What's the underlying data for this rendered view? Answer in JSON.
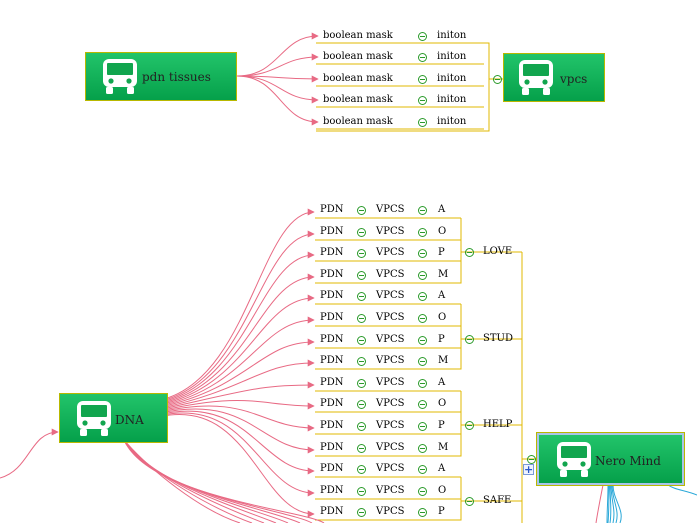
{
  "diagram_top": {
    "source_label": "pdn tissues",
    "target_label": "vpcs",
    "rows": [
      {
        "a": "boolean mask",
        "b": "initon"
      },
      {
        "a": "boolean mask",
        "b": "initon"
      },
      {
        "a": "boolean mask",
        "b": "initon"
      },
      {
        "a": "boolean mask",
        "b": "initon"
      },
      {
        "a": "boolean mask",
        "b": "initon"
      }
    ]
  },
  "diagram_bottom": {
    "source_label": "DNA",
    "hub_label": "Nero Mind",
    "groups": [
      {
        "label": "LOVE",
        "rows": [
          [
            "PDN",
            "VPCS",
            "A"
          ],
          [
            "PDN",
            "VPCS",
            "O"
          ],
          [
            "PDN",
            "VPCS",
            "P"
          ],
          [
            "PDN",
            "VPCS",
            "M"
          ]
        ]
      },
      {
        "label": "STUD",
        "rows": [
          [
            "PDN",
            "VPCS",
            "A"
          ],
          [
            "PDN",
            "VPCS",
            "O"
          ],
          [
            "PDN",
            "VPCS",
            "P"
          ],
          [
            "PDN",
            "VPCS",
            "M"
          ]
        ]
      },
      {
        "label": "HELP",
        "rows": [
          [
            "PDN",
            "VPCS",
            "A"
          ],
          [
            "PDN",
            "VPCS",
            "O"
          ],
          [
            "PDN",
            "VPCS",
            "P"
          ],
          [
            "PDN",
            "VPCS",
            "M"
          ]
        ]
      },
      {
        "label": "SAFE",
        "rows": [
          [
            "PDN",
            "VPCS",
            "A"
          ],
          [
            "PDN",
            "VPCS",
            "O"
          ],
          [
            "PDN",
            "VPCS",
            "P"
          ]
        ]
      }
    ]
  },
  "colors": {
    "arrow": "#e86a84",
    "bracket": "#e0b800",
    "node_top": "#22c46a",
    "hub_links": "#2aa8d8"
  }
}
